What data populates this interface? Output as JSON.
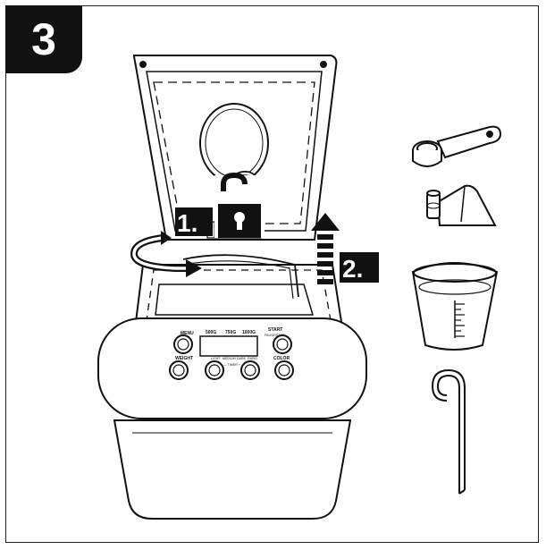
{
  "step": {
    "number": "3"
  },
  "steps": [
    {
      "label": "1."
    },
    {
      "label": "2."
    }
  ],
  "panel": {
    "weights": [
      "500G",
      "750G",
      "1000G"
    ],
    "menu_label": "MENU",
    "start_label": "START",
    "start_sub": "PAUSE/STOP",
    "weight_label": "WEIGHT",
    "color_label": "COLOR",
    "color_options": [
      "LIGHT",
      "MEDIUM",
      "DARK",
      "RAPID"
    ],
    "timer_label": "— TIMER +"
  },
  "colors": {
    "ink": "#111111",
    "paper": "#ffffff"
  },
  "icons": [
    "padlock-open-icon",
    "rotate-arrow-icon",
    "up-arrow-icon",
    "measuring-spoon-icon",
    "kneading-paddle-icon",
    "measuring-cup-icon",
    "hook-icon"
  ]
}
